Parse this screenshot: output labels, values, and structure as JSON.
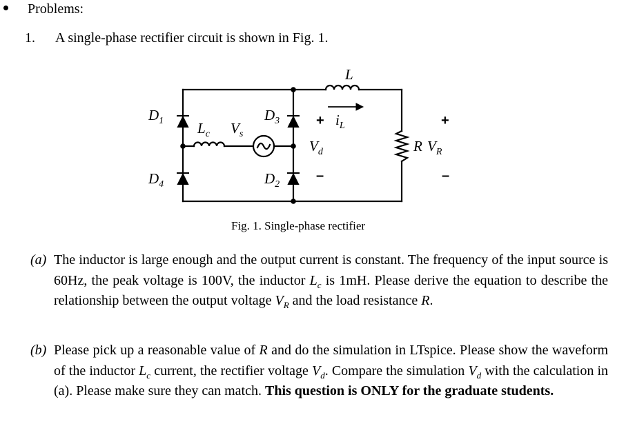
{
  "header": {
    "title": "Problems:"
  },
  "problem": {
    "number": "1.",
    "statement": "A single-phase rectifier circuit is shown in Fig. 1."
  },
  "figure": {
    "caption": "Fig. 1. Single-phase rectifier",
    "labels": {
      "L": "L",
      "iL": "i",
      "iL_sub": "L",
      "D1": "D",
      "D1_sub": "1",
      "D3": "D",
      "D3_sub": "3",
      "D4": "D",
      "D4_sub": "4",
      "D2": "D",
      "D2_sub": "2",
      "Lc": "L",
      "Lc_sub": "c",
      "Vs": "V",
      "Vs_sub": "s",
      "Vd": "V",
      "Vd_sub": "d",
      "R": "R",
      "VR": "V",
      "VR_sub": "R",
      "plus": "+",
      "minus": "–"
    }
  },
  "parts": {
    "a": {
      "label": "(a)",
      "t1": "The inductor is large enough and the output current is constant. The frequency of the input source is 60Hz, the peak voltage is 100V, the inductor ",
      "lc": "L",
      "lc_sub": "c",
      "t2": " is 1mH. Please derive the equation to describe the relationship between the output voltage ",
      "vr": "V",
      "vr_sub": "R",
      "t3": " and the load resistance ",
      "r": "R",
      "t4": "."
    },
    "b": {
      "label": "(b)",
      "t1": "Please pick up a reasonable value of ",
      "r": "R",
      "t2": " and do the simulation in LTspice. Please show the waveform of the inductor ",
      "lc": "L",
      "lc_sub": "c",
      "t3": " current, the rectifier voltage ",
      "vd": "V",
      "vd_sub": "d",
      "t4": ". Compare the simulation ",
      "vd2": "V",
      "vd2_sub": "d",
      "t5": " with the calculation in (a). Please make sure they can match. ",
      "bold": "This question is ONLY for the graduate students."
    }
  }
}
